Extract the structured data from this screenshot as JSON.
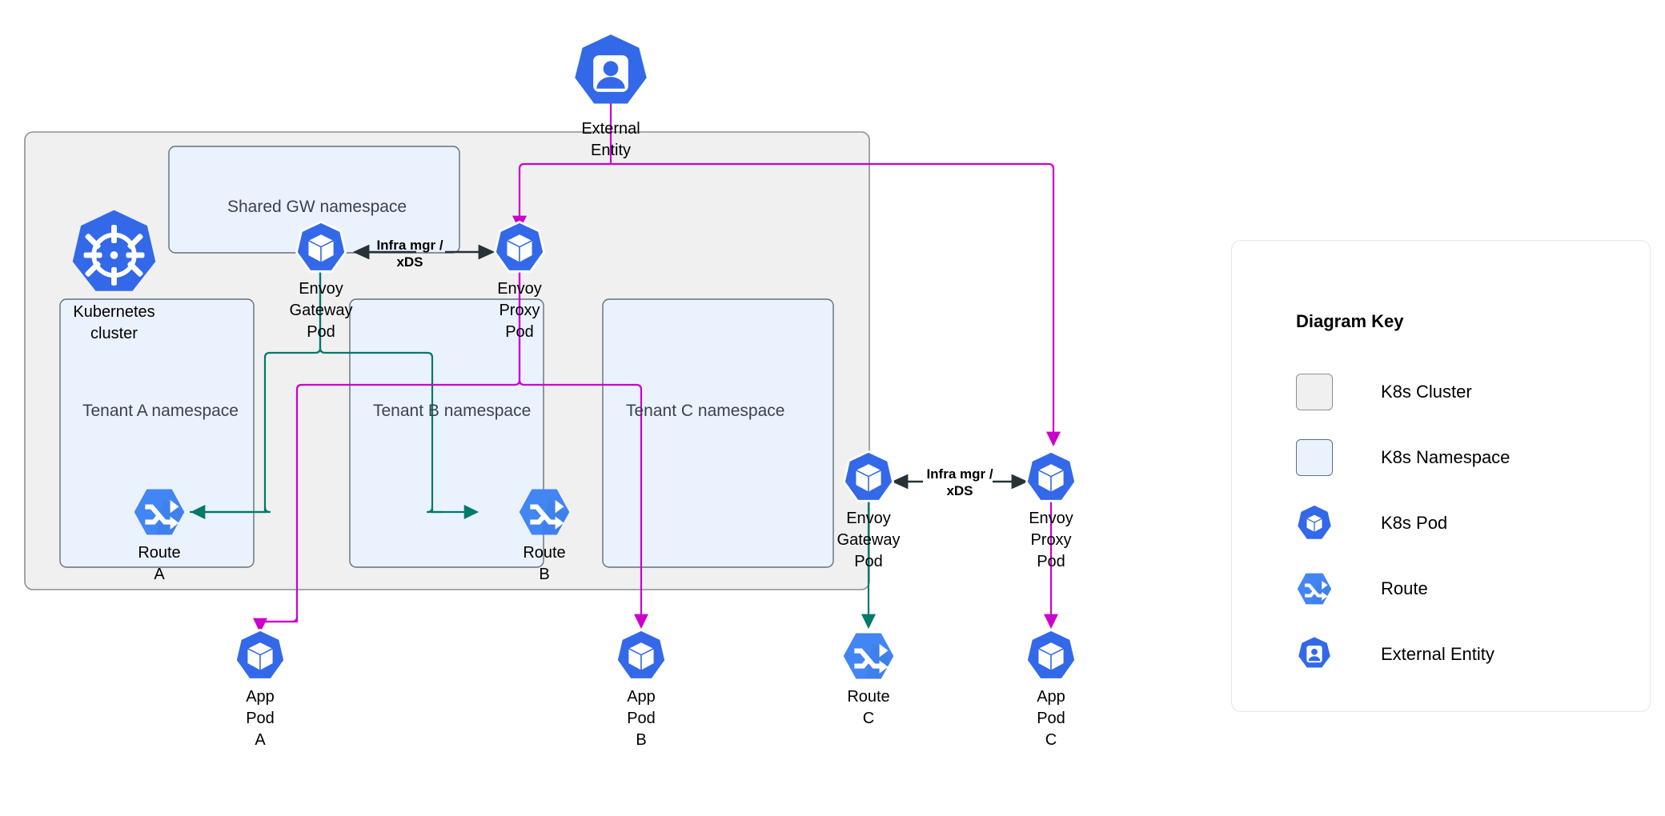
{
  "diagram": {
    "title": "Envoy Gateway multi-tenant Kubernetes topology",
    "colors": {
      "cluster_fill": "#f0f0f0",
      "cluster_border": "#8a8f98",
      "namespace_fill": "#eaf2fd",
      "namespace_border": "#62707f",
      "pod_blue": "#3369e8",
      "route_blue": "#4285f4",
      "xds_arrow": "#263238",
      "data_flow_magenta": "#cc00cc",
      "control_flow_teal": "#00796b",
      "legend_border": "#e3e6ea",
      "label_gray": "#3a4250"
    }
  },
  "external": {
    "label": "External Entity",
    "icon": "external-entity-icon"
  },
  "cluster": {
    "label": "Kubernetes cluster",
    "icon": "kubernetes-wheel-icon"
  },
  "namespaces": [
    {
      "id": "shared-gw",
      "label": "Shared GW namespace"
    },
    {
      "id": "tenant-a",
      "label": "Tenant A namespace"
    },
    {
      "id": "tenant-b",
      "label": "Tenant B namespace"
    },
    {
      "id": "tenant-c",
      "label": "Tenant C namespace"
    }
  ],
  "nodes": {
    "shared_gateway_pod": {
      "label": "Envoy\nGateway Pod",
      "icon": "k8s-pod-icon"
    },
    "shared_proxy_pod": {
      "label": "Envoy Proxy\nPod",
      "icon": "k8s-pod-icon"
    },
    "route_a": {
      "label": "Route A",
      "icon": "route-icon"
    },
    "app_pod_a": {
      "label": "App Pod A",
      "icon": "k8s-pod-icon"
    },
    "route_b": {
      "label": "Route B",
      "icon": "route-icon"
    },
    "app_pod_b": {
      "label": "App Pod B",
      "icon": "k8s-pod-icon"
    },
    "tenant_c_gateway_pod": {
      "label": "Envoy\nGateway Pod",
      "icon": "k8s-pod-icon"
    },
    "tenant_c_proxy_pod": {
      "label": "Envoy Proxy\nPod",
      "icon": "k8s-pod-icon"
    },
    "route_c": {
      "label": "Route C",
      "icon": "route-icon"
    },
    "app_pod_c": {
      "label": "App Pod C",
      "icon": "k8s-pod-icon"
    }
  },
  "edge_labels": {
    "shared_xds": "Infra mgr /\nxDS",
    "tenant_c_xds": "Infra mgr /\nxDS"
  },
  "legend": {
    "title": "Diagram Key",
    "items": [
      {
        "label": "K8s Cluster",
        "icon": "cluster-swatch",
        "kind": "swatch"
      },
      {
        "label": "K8s Namespace",
        "icon": "namespace-swatch",
        "kind": "swatch"
      },
      {
        "label": "K8s Pod",
        "icon": "k8s-pod-icon",
        "kind": "icon"
      },
      {
        "label": "Route",
        "icon": "route-icon",
        "kind": "icon"
      },
      {
        "label": "External Entity",
        "icon": "external-entity-icon",
        "kind": "icon"
      }
    ]
  }
}
